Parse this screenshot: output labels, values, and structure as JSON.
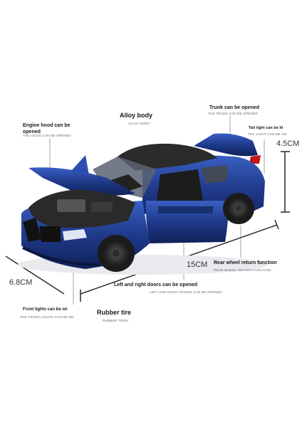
{
  "annotations": {
    "engine_hood": {
      "title": "Engine hood can be opened",
      "subtitle": "THE HOOD CAN BE OPENED"
    },
    "alloy_body": {
      "title": "Alloy body",
      "subtitle": "ALLOY BODY"
    },
    "trunk": {
      "title": "Trunk can be opened",
      "subtitle": "THE TRUNK CAN BE OPENED"
    },
    "tail_light": {
      "title": "Tail light can be lit",
      "subtitle": "TAIL LIGHT CAN BE ON"
    },
    "rear_wheel": {
      "title": "Rear wheel return function",
      "subtitle": "REAR WHEEL RETURN FUNCTION"
    },
    "doors": {
      "title": "Left and right doors can be opened",
      "subtitle": "LEFT AND RIGHT DOORS CAN BE OPENED"
    },
    "front_lights": {
      "title": "Front lights can be on",
      "subtitle": "THE FRONT LIGHTS CAN BE ON"
    },
    "rubber_tire": {
      "title": "Rubber tire",
      "subtitle": "RUBBER TIRES"
    }
  },
  "dimensions": {
    "height": "4.5CM",
    "width": "6.8CM",
    "length": "15CM"
  },
  "colors": {
    "body": "#1f3a8a",
    "roof": "#2b2b2b",
    "tire": "#1b1b1b"
  }
}
